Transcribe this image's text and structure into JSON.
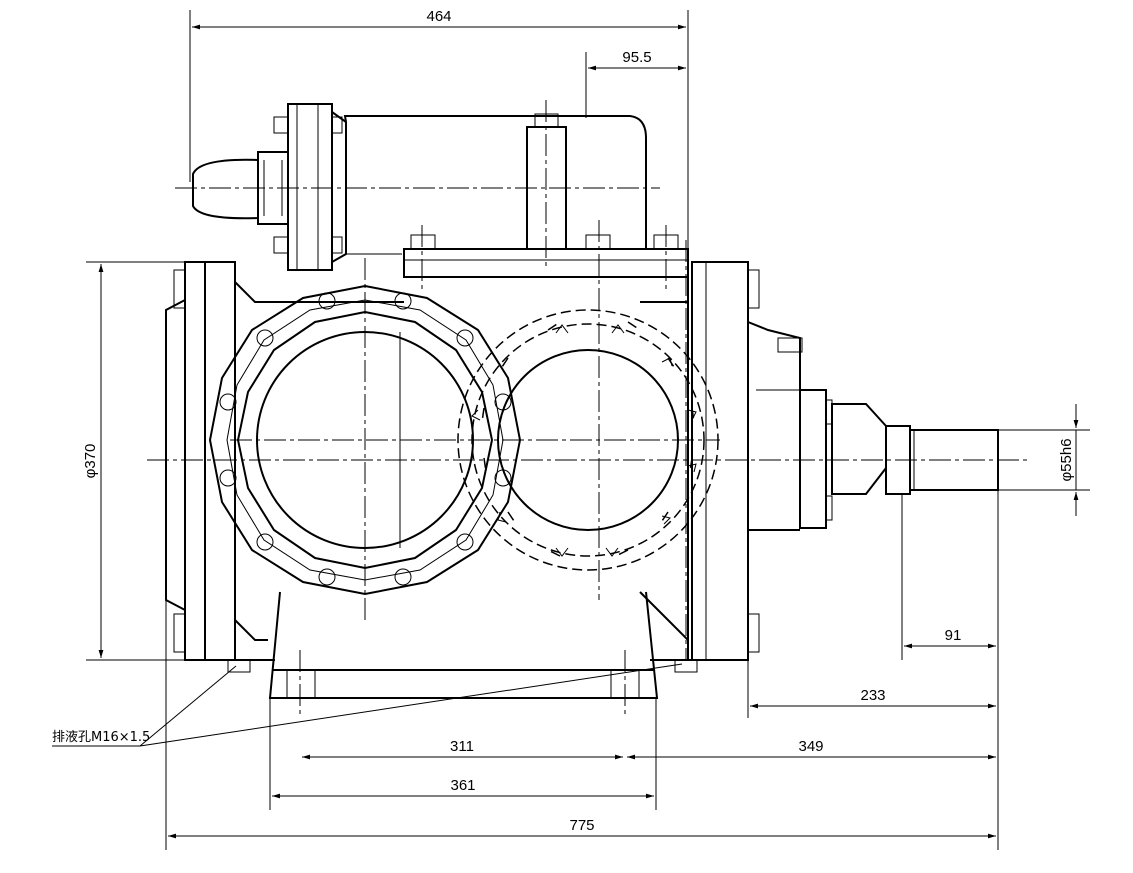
{
  "dimensions": {
    "top_width": "464",
    "top_offset": "95.5",
    "flange_dia": "φ370",
    "shaft_dia": "φ55h6",
    "shaft_len": "91",
    "shaft_to_body": "233",
    "foot_to_shaft": "349",
    "foot_holes": "311",
    "foot_width": "361",
    "overall_length": "775"
  },
  "labels": {
    "drain_hole": "排液孔M16×1.5"
  }
}
